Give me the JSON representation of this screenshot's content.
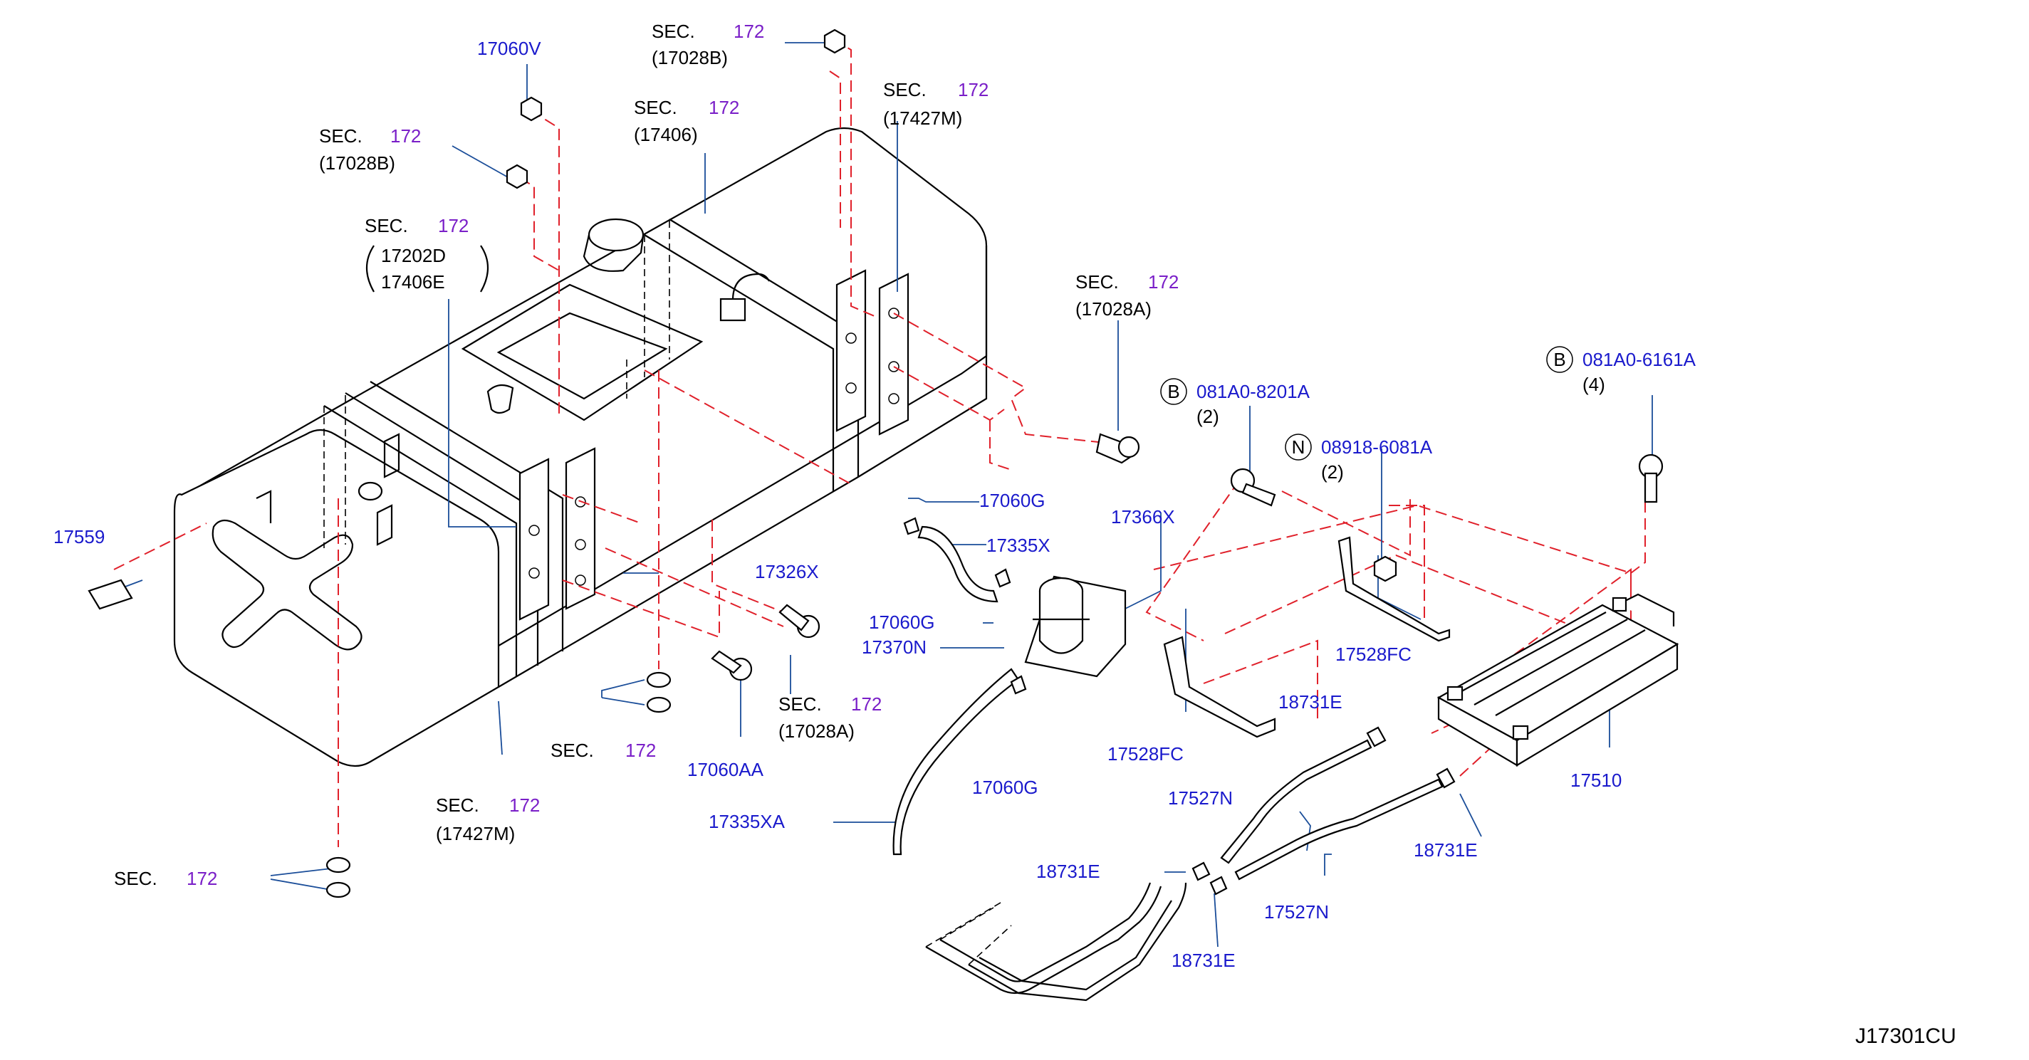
{
  "colors": {
    "part_number": "#1a1acc",
    "section_number": "#7a1fc8",
    "reference_line": "#e0202a",
    "leader_line": "#1a4d99",
    "text": "#000000"
  },
  "diagram_code": "J17301CU",
  "sec_word": "SEC.",
  "callouts": {
    "sec_17028b_top": {
      "sec": "SEC.",
      "num": "172",
      "ref": "(17028B)"
    },
    "p_17060v": "17060V",
    "sec_17406": {
      "sec": "SEC.",
      "num": "172",
      "ref": "(17406)"
    },
    "sec_17427m_top": {
      "sec": "SEC.",
      "num": "172",
      "ref": "(17427M)"
    },
    "sec_17028b_left": {
      "sec": "SEC.",
      "num": "172",
      "ref": "(17028B)"
    },
    "sec_17202d": {
      "sec": "SEC.",
      "num": "172",
      "ref1": "17202D",
      "ref2": "17406E"
    },
    "sec_17028a_right": {
      "sec": "SEC.",
      "num": "172",
      "ref": "(17028A)"
    },
    "p_081a0_8201a": {
      "symbol": "B",
      "part": "081A0-8201A",
      "qty": "(2)"
    },
    "p_08918_6081a": {
      "symbol": "N",
      "part": "08918-6081A",
      "qty": "(2)"
    },
    "p_081a0_6161a": {
      "symbol": "B",
      "part": "081A0-6161A",
      "qty": "(4)"
    },
    "p_17559": "17559",
    "p_17060g_a": "17060G",
    "p_17335x": "17335X",
    "p_17366x": "17366X",
    "p_17326x": "17326X",
    "p_17060g_b": "17060G",
    "p_17370n": "17370N",
    "sec_17028a_bottom": {
      "sec": "SEC.",
      "num": "172",
      "ref": "(17028A)"
    },
    "sec_washers_mid": {
      "sec": "SEC.",
      "num": "172"
    },
    "p_17060aa": "17060AA",
    "sec_17427m_bottom": {
      "sec": "SEC.",
      "num": "172",
      "ref": "(17427M)"
    },
    "sec_washers_low": {
      "sec": "SEC.",
      "num": "172"
    },
    "p_17528fc_a": "17528FC",
    "p_17528fc_b": "17528FC",
    "p_18731e_a": "18731E",
    "p_17510": "17510",
    "p_17060g_c": "17060G",
    "p_17335xa": "17335XA",
    "p_17527n_a": "17527N",
    "p_18731e_b": "18731E",
    "p_18731e_c": "18731E",
    "p_18731e_d": "18731E",
    "p_17527n_b": "17527N"
  }
}
